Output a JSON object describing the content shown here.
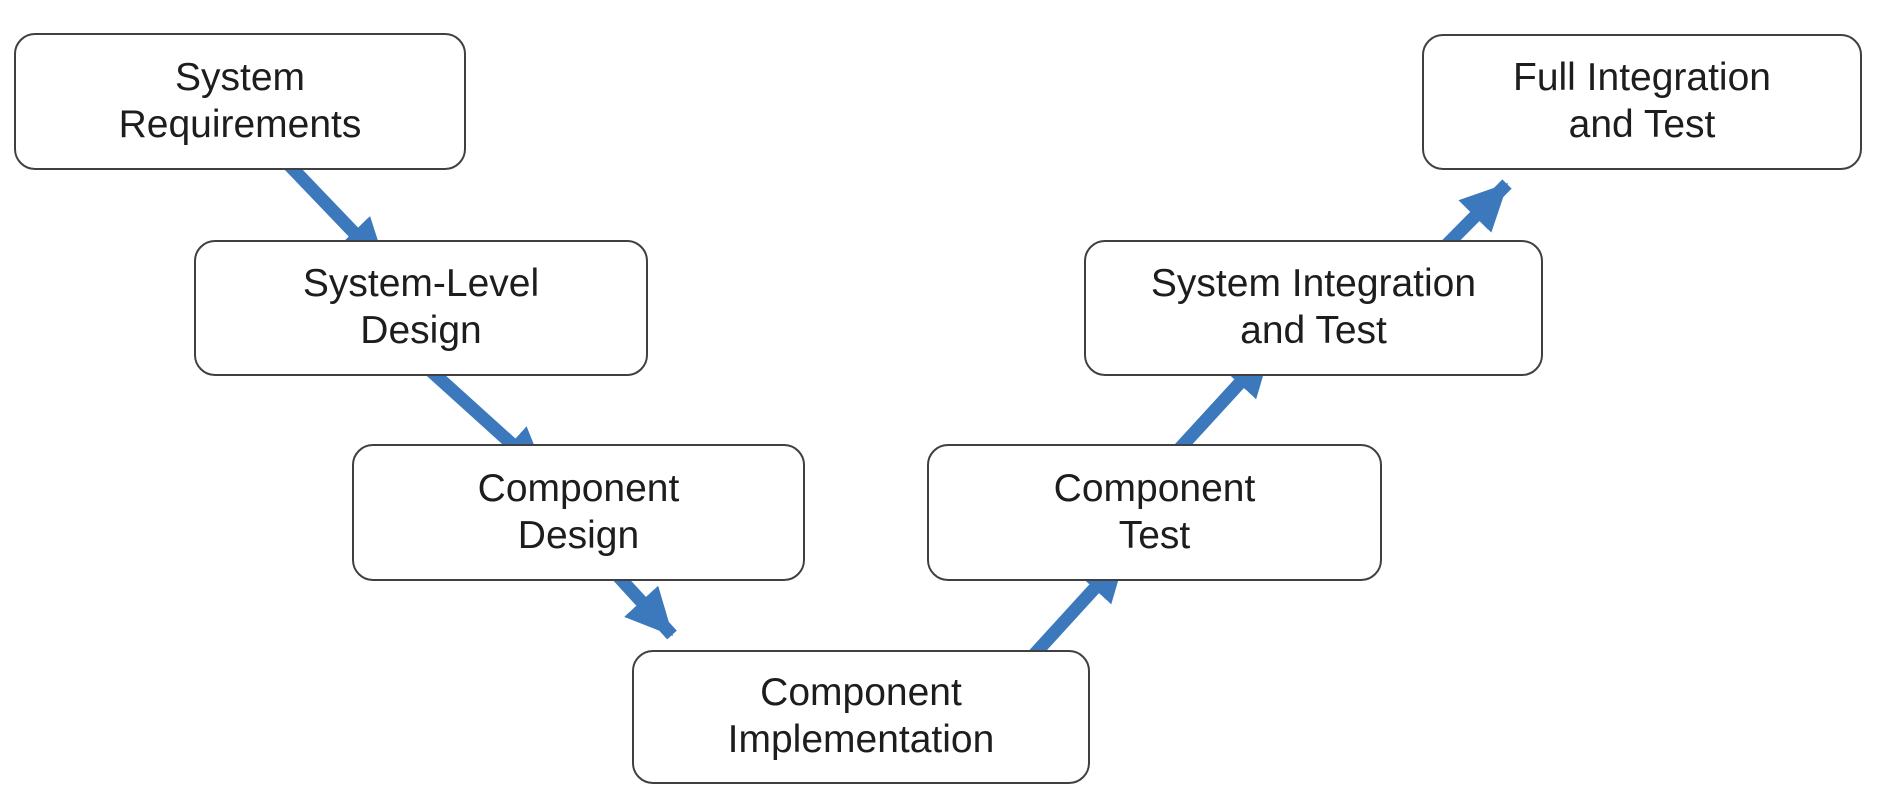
{
  "nodes": [
    {
      "id": "system-requirements",
      "label": "System\nRequirements"
    },
    {
      "id": "system-level-design",
      "label": "System-Level\nDesign"
    },
    {
      "id": "component-design",
      "label": "Component\nDesign"
    },
    {
      "id": "component-implementation",
      "label": "Component\nImplementation"
    },
    {
      "id": "component-test",
      "label": "Component\nTest"
    },
    {
      "id": "system-integration-and-test",
      "label": "System Integration\nand Test"
    },
    {
      "id": "full-integration-and-test",
      "label": "Full Integration\nand Test"
    }
  ],
  "edges": [
    {
      "from": "system-requirements",
      "to": "system-level-design"
    },
    {
      "from": "system-level-design",
      "to": "component-design"
    },
    {
      "from": "component-design",
      "to": "component-implementation"
    },
    {
      "from": "component-implementation",
      "to": "component-test"
    },
    {
      "from": "component-test",
      "to": "system-integration-and-test"
    },
    {
      "from": "system-integration-and-test",
      "to": "full-integration-and-test"
    }
  ],
  "colors": {
    "arrow": "#3B79BC",
    "node_border": "#404040",
    "node_fill": "#FFFFFF",
    "text": "#1D1D1D",
    "background": "#FFFFFF"
  }
}
